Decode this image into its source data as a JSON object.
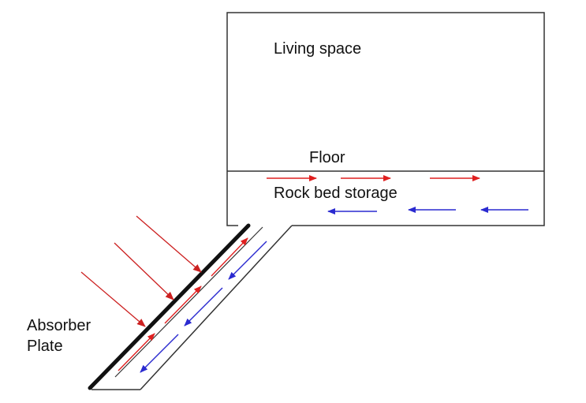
{
  "labels": {
    "living_space": "Living space",
    "floor": "Floor",
    "rock_bed": "Rock bed storage",
    "absorber_line1": "Absorber",
    "absorber_line2": "Plate"
  },
  "colors": {
    "outline": "#333333",
    "absorber": "#111111",
    "warm_arrow": "#e02020",
    "cool_arrow": "#2a2ad0",
    "sun_ray": "#cc2020"
  }
}
